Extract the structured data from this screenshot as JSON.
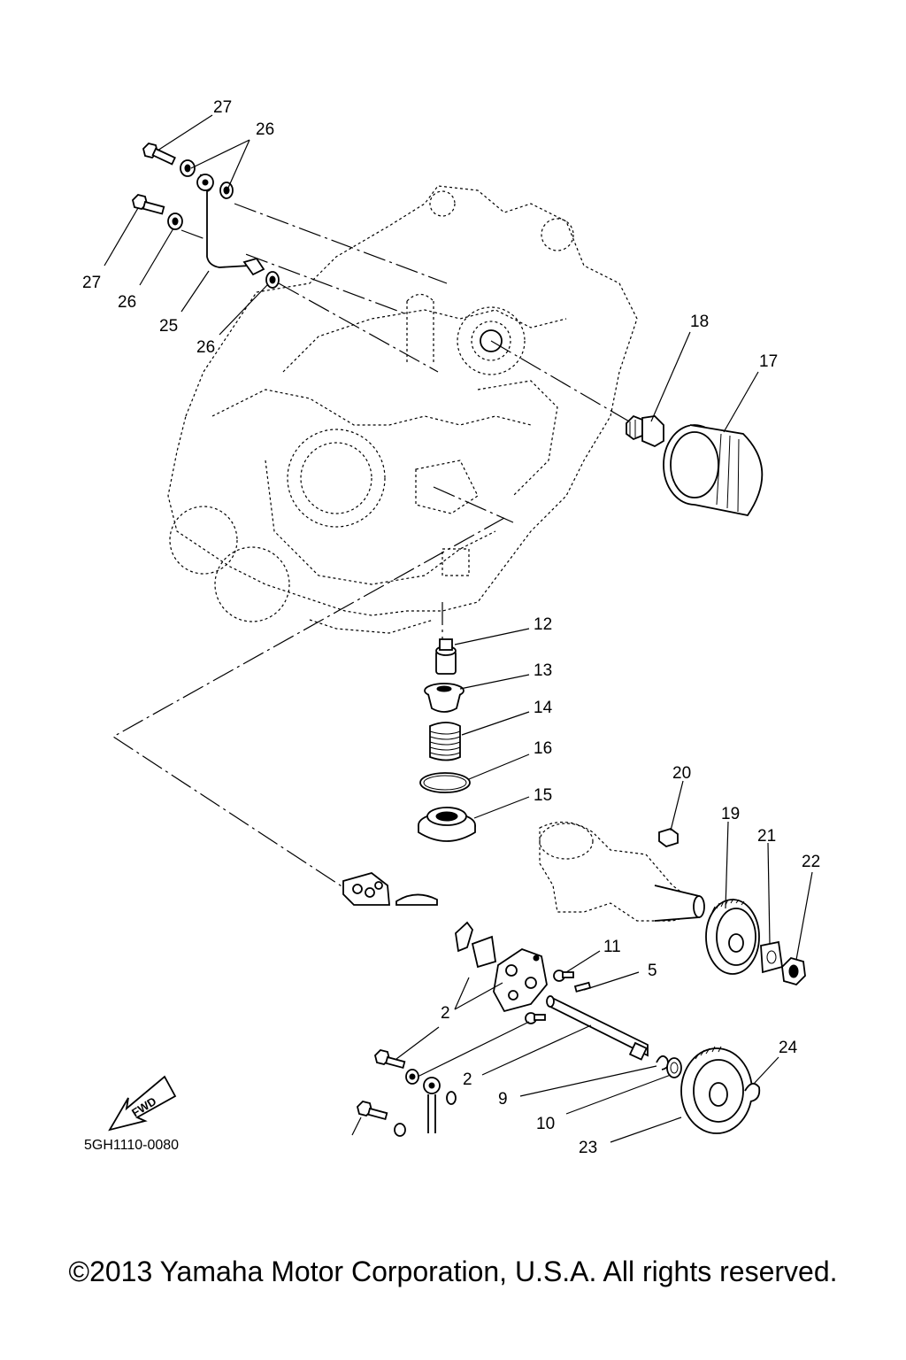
{
  "diagram": {
    "ref_code": "5GH1110-0080",
    "fwd_label": "FWD",
    "copyright": "©2013 Yamaha Motor Corporation, U.S.A. All rights reserved.",
    "callouts": {
      "c27a": "27",
      "c26a": "26",
      "c27b": "27",
      "c26b": "26",
      "c25": "25",
      "c26c": "26",
      "c18": "18",
      "c17": "17",
      "c12": "12",
      "c13": "13",
      "c14": "14",
      "c16": "16",
      "c15": "15",
      "c20": "20",
      "c19": "19",
      "c21": "21",
      "c22": "22",
      "c11": "11",
      "c5": "5",
      "c2a": "2",
      "c2b": "2",
      "c9": "9",
      "c10": "10",
      "c23": "23",
      "c24": "24"
    }
  }
}
